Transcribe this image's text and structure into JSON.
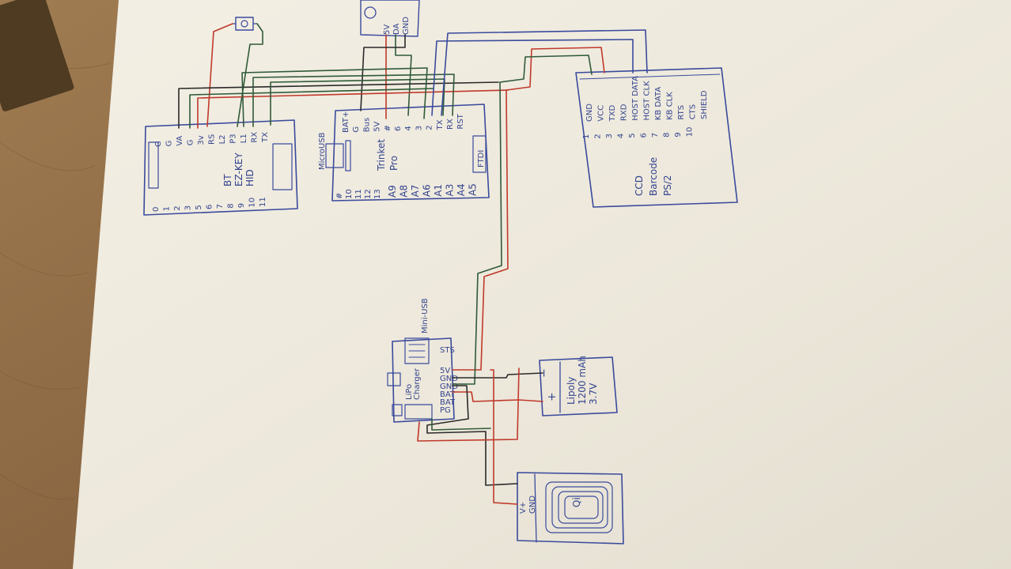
{
  "colors": {
    "paper": "#f1ede2",
    "desk": "#8a6a45",
    "ink_blue": "#3a4a9c",
    "wire_red": "#c0392b",
    "wire_green": "#2f5a38",
    "wire_black": "#2a2a2a"
  },
  "bt_module": {
    "top_pins": [
      "G",
      "G",
      "VA",
      "G",
      "3v",
      "RS",
      "L2",
      "P3",
      "L1",
      "RX",
      "TX"
    ],
    "bottom_pins": [
      "0",
      "1",
      "2",
      "3",
      "5",
      "6",
      "7",
      "8",
      "9",
      "10",
      "11"
    ],
    "lines": [
      "BT",
      "EZ-KEY",
      "HID"
    ]
  },
  "trinket": {
    "top_pins": [
      "BAT+",
      "G",
      "Bus",
      "5V",
      "#",
      "6",
      "4",
      "3",
      "2",
      "TX",
      "RX",
      "RST"
    ],
    "left_pins": [
      "#",
      "10",
      "11",
      "12",
      "13"
    ],
    "bottom_pins": [
      "A9",
      "A8",
      "A7",
      "A6",
      "A1",
      "A3",
      "A4",
      "A5"
    ],
    "micro_usb_label": "MicroUSB",
    "ftdi_label": "FTDI",
    "lines": [
      "Trinket",
      "Pro"
    ]
  },
  "scanner": {
    "pins": [
      "GND",
      "VCC",
      "TXD",
      "RXD",
      "HOST DATA",
      "HOST CLK",
      "KB DATA",
      "KB CLK",
      "RTS",
      "CTS",
      "SHIELD"
    ],
    "pin_numbers": [
      "1",
      "2",
      "3",
      "4",
      "5",
      "6",
      "7",
      "8",
      "9",
      "10"
    ],
    "lines": [
      "CCD",
      "Barcode",
      "PS/2"
    ]
  },
  "switch_label": "",
  "sensor": {
    "pins": [
      "5V",
      "DA",
      "GND"
    ]
  },
  "charger": {
    "usb_label": "Mini-USB",
    "name_lines": [
      "LiPo",
      "Charger"
    ],
    "pins": [
      "5V",
      "GND",
      "GND",
      "BAT",
      "BAT"
    ],
    "side_labels": [
      "STS",
      "PG"
    ]
  },
  "battery": {
    "lines": [
      "Lipoly",
      "1200 mAh",
      "3.7V"
    ],
    "neg": "−",
    "pos": "+"
  },
  "qi": {
    "pins": [
      "V+",
      "GND"
    ],
    "label": "Qi"
  }
}
